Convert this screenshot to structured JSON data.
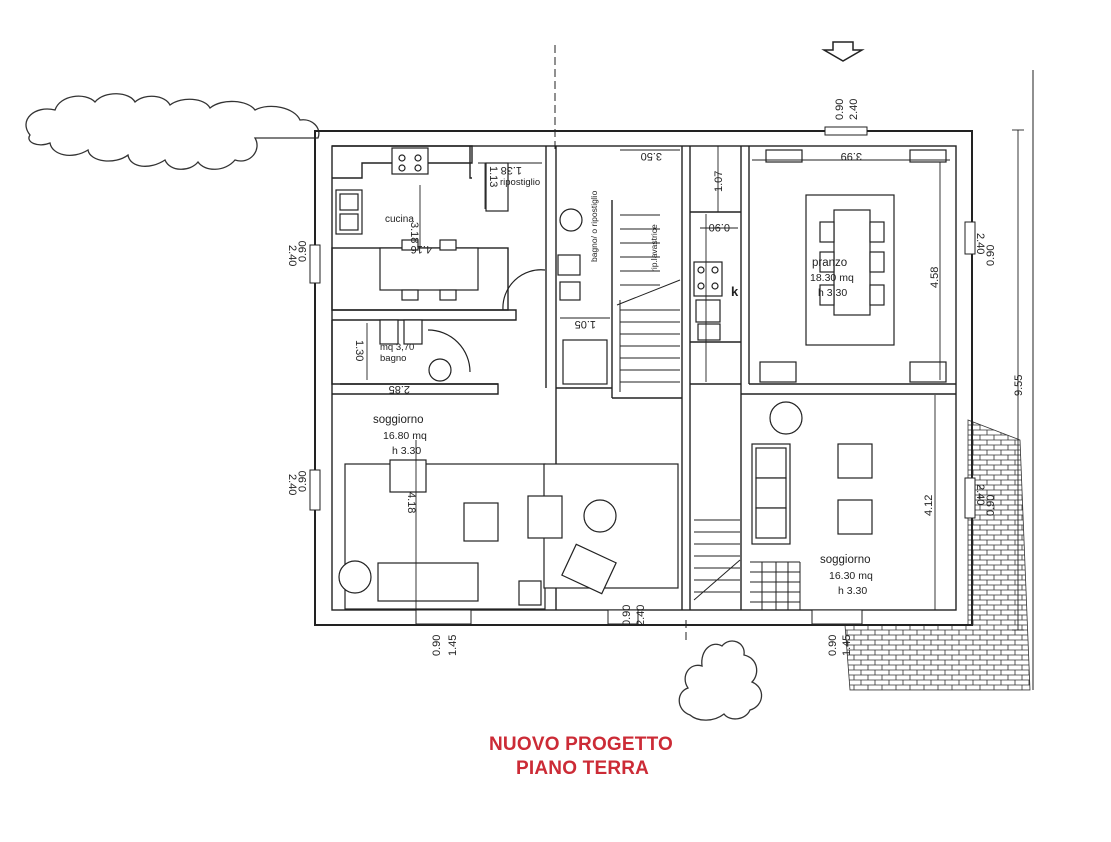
{
  "title": {
    "line1": "NUOVO PROGETTO",
    "line2": "PIANO TERRA"
  },
  "rooms": {
    "cucina": "cucina",
    "ripostiglio": "ripostiglio",
    "bagno_ripostiglio": "bagno/ o ripostiglio",
    "ripostiglio_vasca": "rip.lavastrice",
    "bagno": "bagno",
    "bagno_area": "mq 3,70",
    "soggiorno_left": "soggiorno",
    "soggiorno_left_area": "16.80 mq",
    "soggiorno_left_height": "h 3.30",
    "pranzo": "pranzo",
    "pranzo_area": "18.30 mq",
    "pranzo_height": "h 3.30",
    "soggiorno_right": "soggiorno",
    "soggiorno_right_area": "16.30 mq",
    "soggiorno_right_height": "h 3.30",
    "k_label": "k"
  },
  "dimensions": {
    "top_entry_a": "0.90",
    "top_entry_b": "2.40",
    "pranzo_width": "3.99",
    "stair_width": "3.50",
    "rip_a": "1.38",
    "rip_b": "1.13",
    "cucina_v": "3.18",
    "cucina_h": "4.16",
    "mid_a": "1.07",
    "mid_b": "0.90",
    "bagno_w": "1.05",
    "bagno_h": "1.30",
    "bagno_d": "2.85",
    "pranzo_h": "4.58",
    "sogg_left_h": "4.18",
    "sogg_right_h": "4.12",
    "total_h": "9.55",
    "left_win_top_a": "2.40",
    "left_win_top_b": "0.90",
    "left_win_bot_a": "2.40",
    "left_win_bot_b": "0.90",
    "right_win_top_a": "2.40",
    "right_win_top_b": "0.90",
    "right_win_bot_a": "2.40",
    "right_win_bot_b": "0.90",
    "bottom_left_a": "0.90",
    "bottom_left_b": "1.45",
    "bottom_mid_a": "0.90",
    "bottom_mid_b": "2.40",
    "bottom_right_a": "0.90",
    "bottom_right_b": "1.45"
  },
  "icons": [
    "entry-arrow-icon",
    "tree-icon",
    "shrub-icon"
  ],
  "colors": {
    "title": "#cc2b36",
    "line": "#222222"
  }
}
